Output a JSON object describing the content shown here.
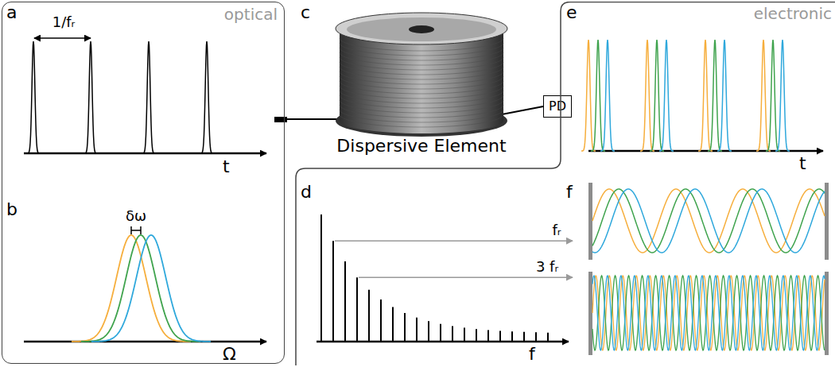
{
  "diagram": {
    "nodes": [
      {
        "text": [
          "optical"
        ]
      },
      {
        "text": [
          "PD"
        ]
      },
      {
        "text": [
          "electronic"
        ]
      }
    ],
    "edges": [
      {
        "from": 0,
        "to": 1,
        "arrow": "none"
      }
    ],
    "labels": [
      "a",
      "1/fᵣ",
      "t",
      "b",
      "δω",
      "Ω",
      "c",
      "Dispersive Element",
      "d",
      "fᵣ",
      "3 fᵣ",
      "f",
      "e",
      "t",
      "f"
    ]
  }
}
